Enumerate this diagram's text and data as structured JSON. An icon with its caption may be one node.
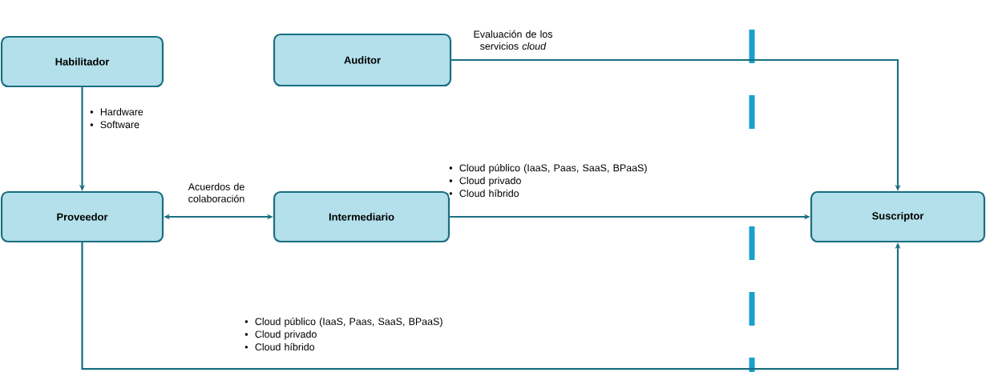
{
  "diagram": {
    "nodes": [
      {
        "text": [
          "Habilitador"
        ]
      },
      {
        "text": [
          "Auditor"
        ]
      },
      {
        "text": [
          "Proveedor"
        ]
      },
      {
        "text": [
          "Intermediario"
        ]
      },
      {
        "text": [
          "Suscriptor"
        ]
      }
    ],
    "edges": [
      {
        "from": 0,
        "to": 2,
        "arrow": "to",
        "label": "• Hardware • Software"
      },
      {
        "from": 2,
        "to": 3,
        "arrow": "both",
        "label": "Acuerdos de colaboración"
      },
      {
        "from": 1,
        "to": 4,
        "arrow": "to",
        "label": "Evaluación de los servicios *cloud*"
      },
      {
        "from": 3,
        "to": 4,
        "arrow": "to",
        "label": "• Cloud público (IaaS, Paas, SaaS, BPaaS) • Cloud privado • Cloud híbrido"
      },
      {
        "from": 2,
        "to": 4,
        "arrow": "to",
        "label": "• Cloud público (IaaS, Paas, SaaS, BPaaS) • Cloud privado • Cloud híbrido"
      }
    ]
  }
}
